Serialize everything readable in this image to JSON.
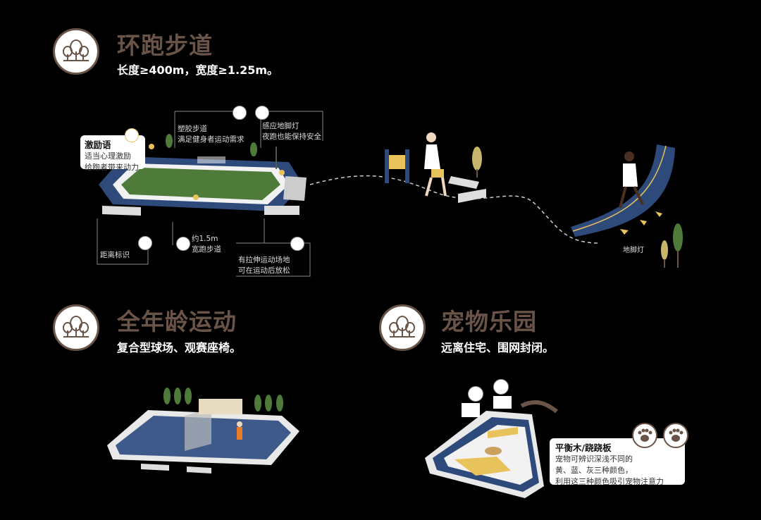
{
  "sections": {
    "running": {
      "title": "环跑步道",
      "subtitle": "长度≥400m，宽度≥1.25m。"
    },
    "all_age": {
      "title": "全年龄运动",
      "subtitle": "复合型球场、观赛座椅。"
    },
    "pet": {
      "title": "宠物乐园",
      "subtitle": "远离住宅、围网封闭。"
    }
  },
  "callouts": {
    "motivation": {
      "title": "激励语",
      "line1": "适当心理激励",
      "line2": "给跑者带来动力"
    },
    "track_surface": {
      "line1": "塑胶步道",
      "line2": "满足健身者运动需求"
    },
    "sensor_light": {
      "line1": "感应地脚灯",
      "line2": "夜跑也能保持安全"
    },
    "width": {
      "line1": "约1.5m",
      "line2": "宽跑步道"
    },
    "distance_marker": {
      "line1": "距离标识"
    },
    "stretch_area": {
      "line1": "有拉伸运动场地",
      "line2": "可在运动后放松"
    },
    "ground_light": {
      "line1": "地脚灯"
    },
    "pet_balance": {
      "title": "平衡木/跷跷板",
      "line1": "宠物可辨识深浅不同的",
      "line2": "黄、蓝、灰三种颜色，",
      "line3": "利用这三种颜色吸引宠物注意力"
    }
  },
  "icons": {
    "section": "tree-icon",
    "paw": "paw-icon"
  },
  "colors": {
    "brown": "#6a5448",
    "track_blue": "#2e4a7a",
    "court_blue": "#3d5a8a",
    "grass": "#4e7a3a",
    "yellow": "#e8c25a"
  }
}
